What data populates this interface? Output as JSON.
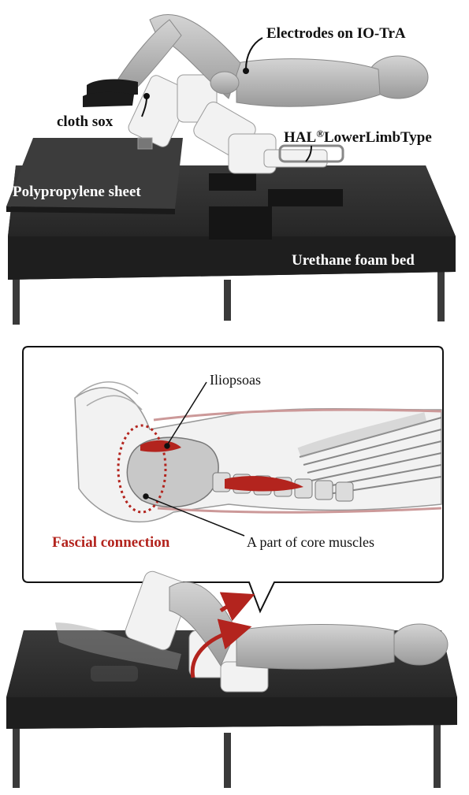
{
  "top_scene": {
    "labels": {
      "electrodes": "Electrodes on IO-TrA",
      "cloth_sox": "cloth sox",
      "hal_prefix": "HAL",
      "hal_reg": "®",
      "hal_suffix": "LowerLimbType",
      "sheet": "Polypropylene sheet",
      "bed": "Urethane foam bed"
    }
  },
  "callout": {
    "labels": {
      "iliopsoas": "Iliopsoas",
      "fascial": "Fascial connection",
      "core": "A part of core muscles"
    }
  },
  "colors": {
    "muscle_red": "#b3241e",
    "bed_dark": "#2b2b2b",
    "mannequin": "#bdbdbd",
    "robot_white": "#f2f2f2"
  }
}
